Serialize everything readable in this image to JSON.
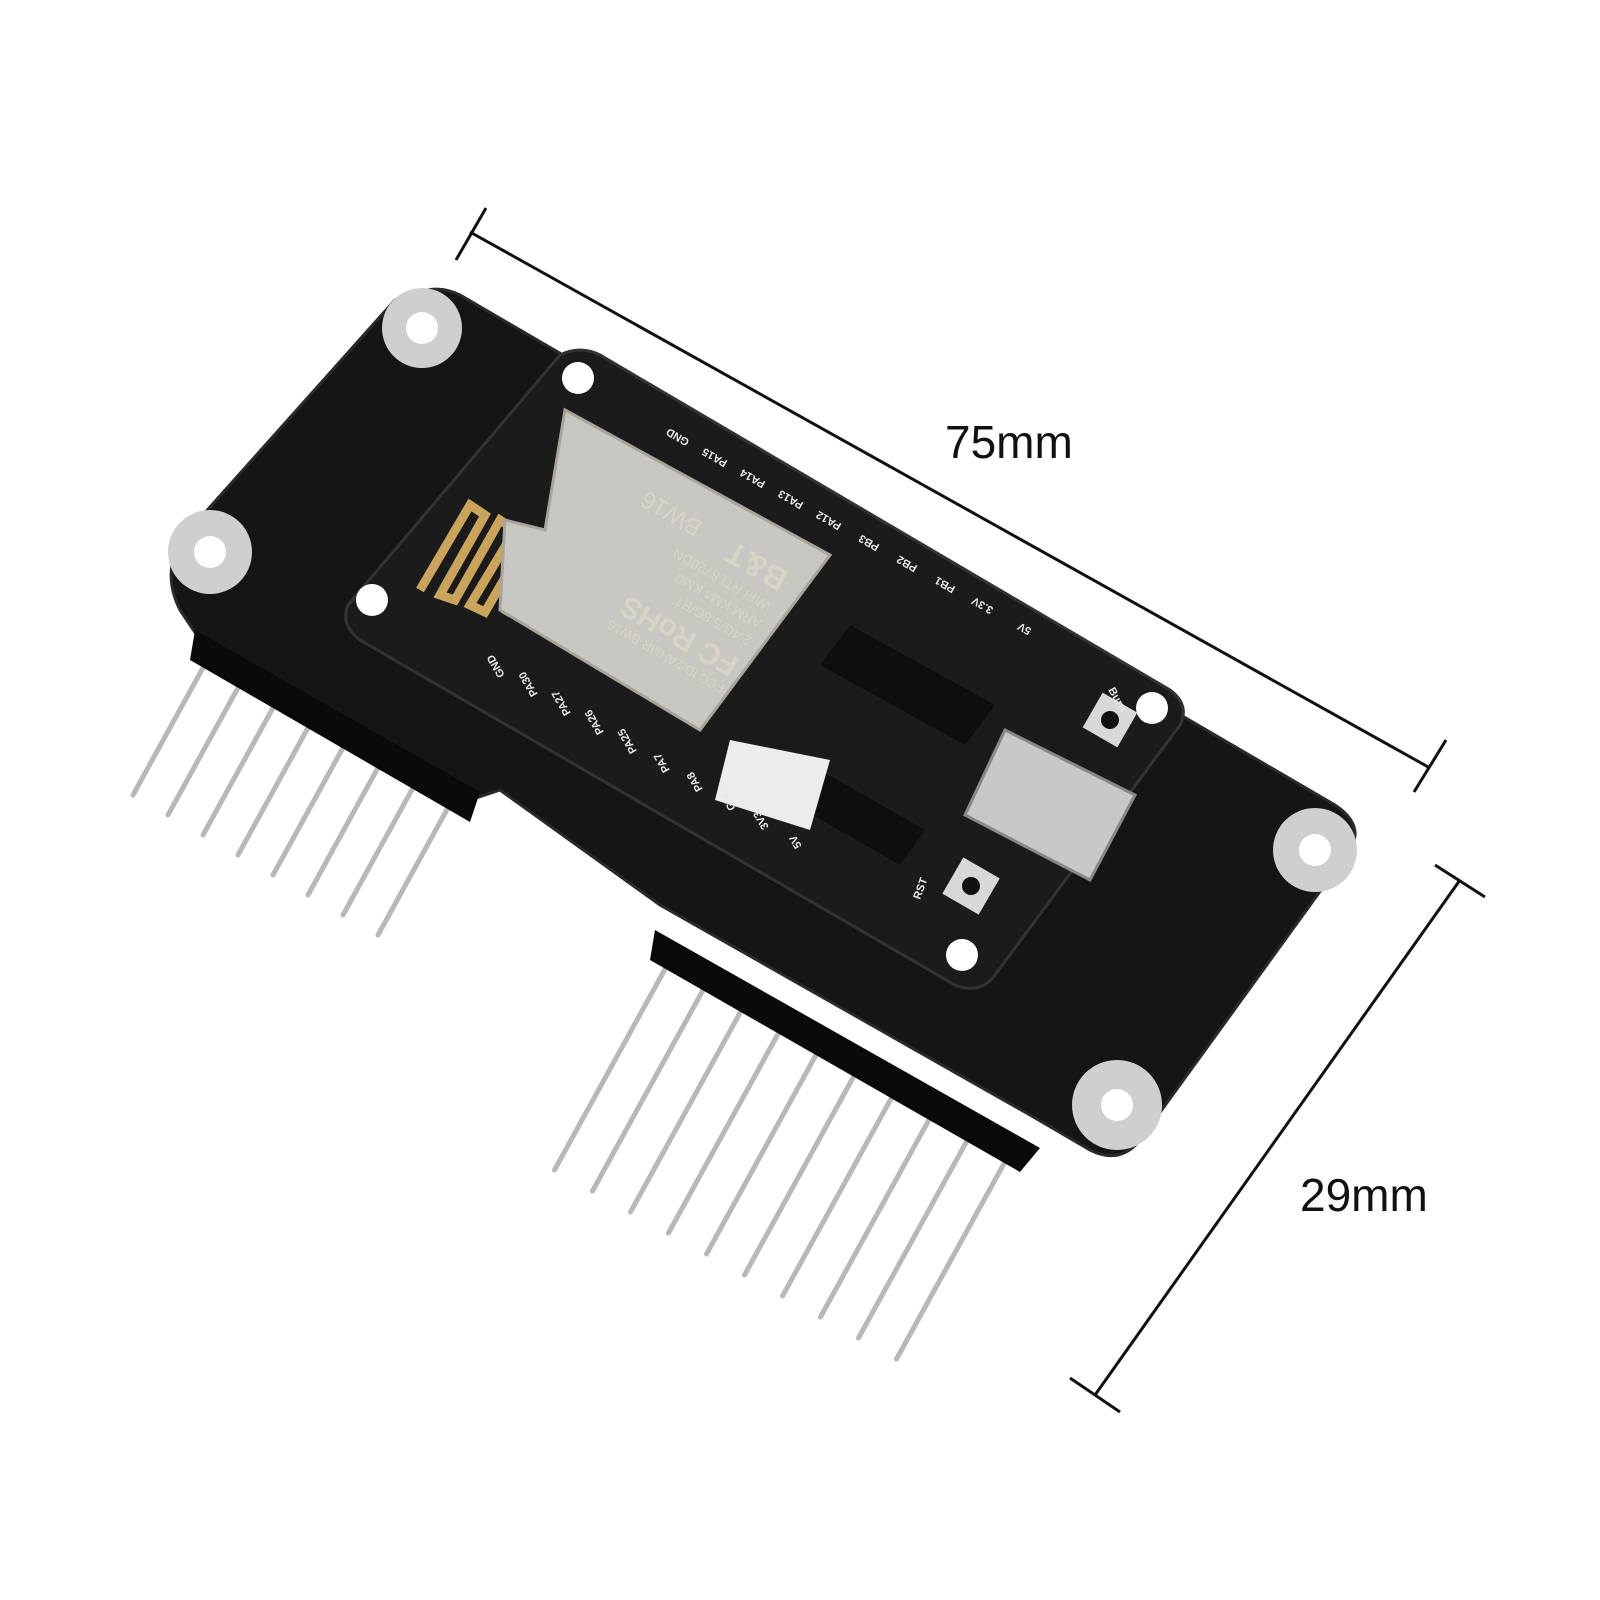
{
  "dimensions": {
    "length": "75mm",
    "width": "29mm"
  },
  "module_marking": {
    "brand": "B&T",
    "model": "BW16",
    "line1": "WIFI RTL8720DN",
    "line2": "ARM KM4 KM0",
    "line3": "2.4G/5.8G/BT",
    "certs": "FC RoHS",
    "fcc": "FCC ID:2AHMR-BW16"
  },
  "silkscreen": {
    "top_pins": [
      "GND",
      "PA15",
      "PA14",
      "PA13",
      "PA12",
      "PB3",
      "PB2",
      "PB1",
      "3.3V",
      "5V"
    ],
    "bottom_pins": [
      "GND",
      "PA30",
      "PA27",
      "PA26",
      "PA25",
      "PA7",
      "PA8",
      "GND",
      "3V3",
      "5V"
    ],
    "buttons": [
      "Burn",
      "RST"
    ]
  },
  "colors": {
    "board": "#141414",
    "module_shield": "#c9c7c2",
    "antenna": "#c9a45a",
    "dimension_line": "#111111"
  }
}
